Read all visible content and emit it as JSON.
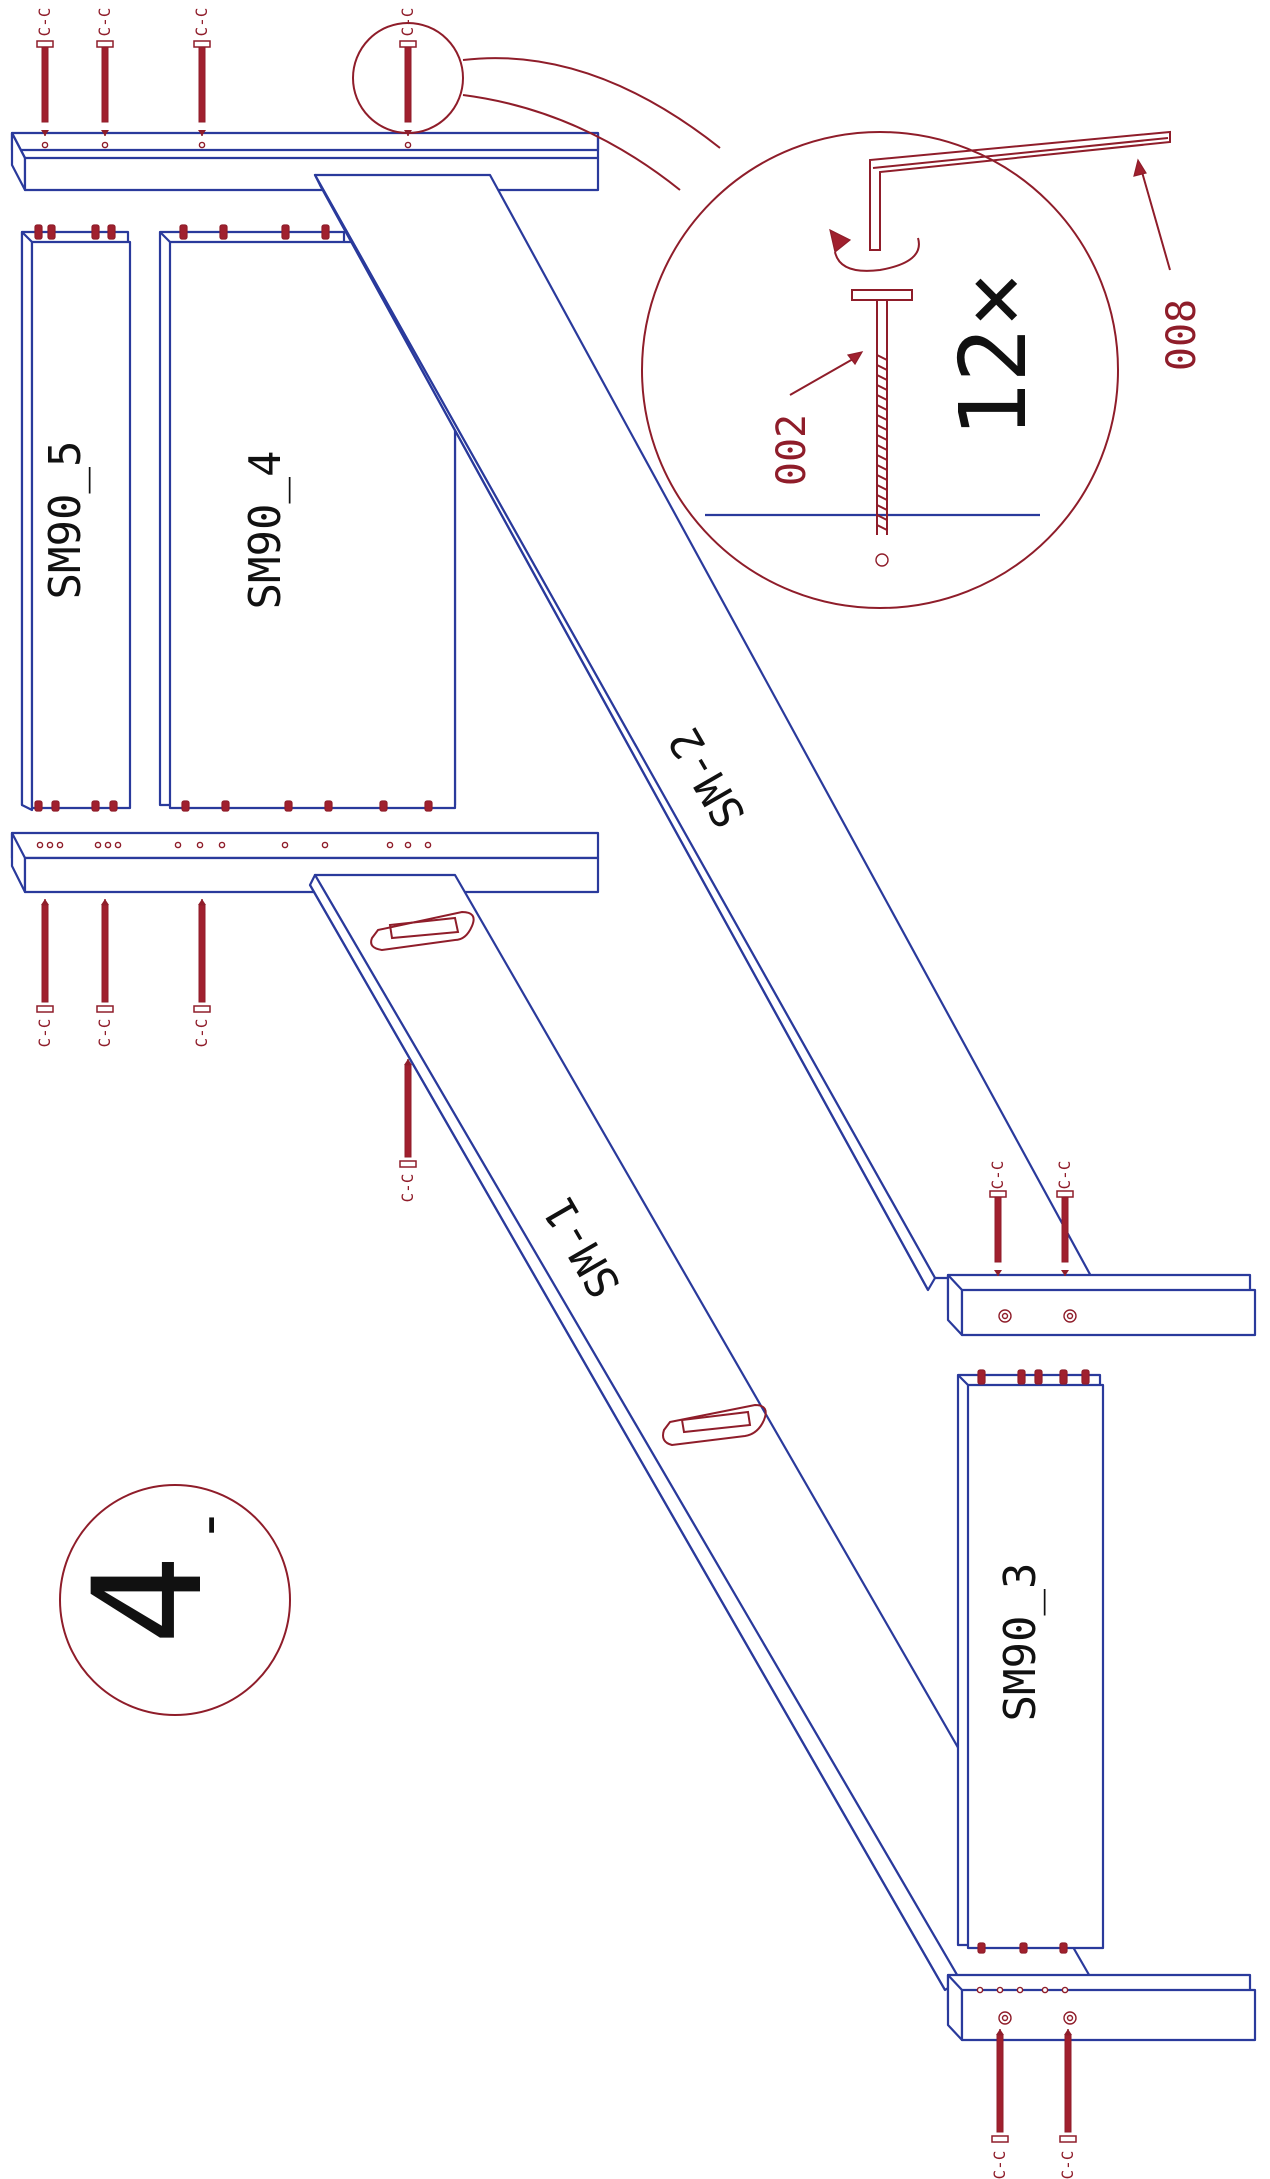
{
  "step": {
    "number": "4",
    "suffix": "-"
  },
  "detail": {
    "quantity": "12×",
    "part_screw": "002",
    "part_key": "008"
  },
  "panels": [
    {
      "id": "SM90_5",
      "label": "SM90_5"
    },
    {
      "id": "SM90_4",
      "label": "SM90_4"
    },
    {
      "id": "SM90_3",
      "label": "SM90_3"
    }
  ],
  "rails": [
    {
      "id": "SM-2",
      "label": "SM-2"
    },
    {
      "id": "SM-1",
      "label": "SM-1"
    }
  ],
  "screw_label": "C-C",
  "colors": {
    "outline": "#2a3a9c",
    "hardware": "#8f1d2a"
  }
}
